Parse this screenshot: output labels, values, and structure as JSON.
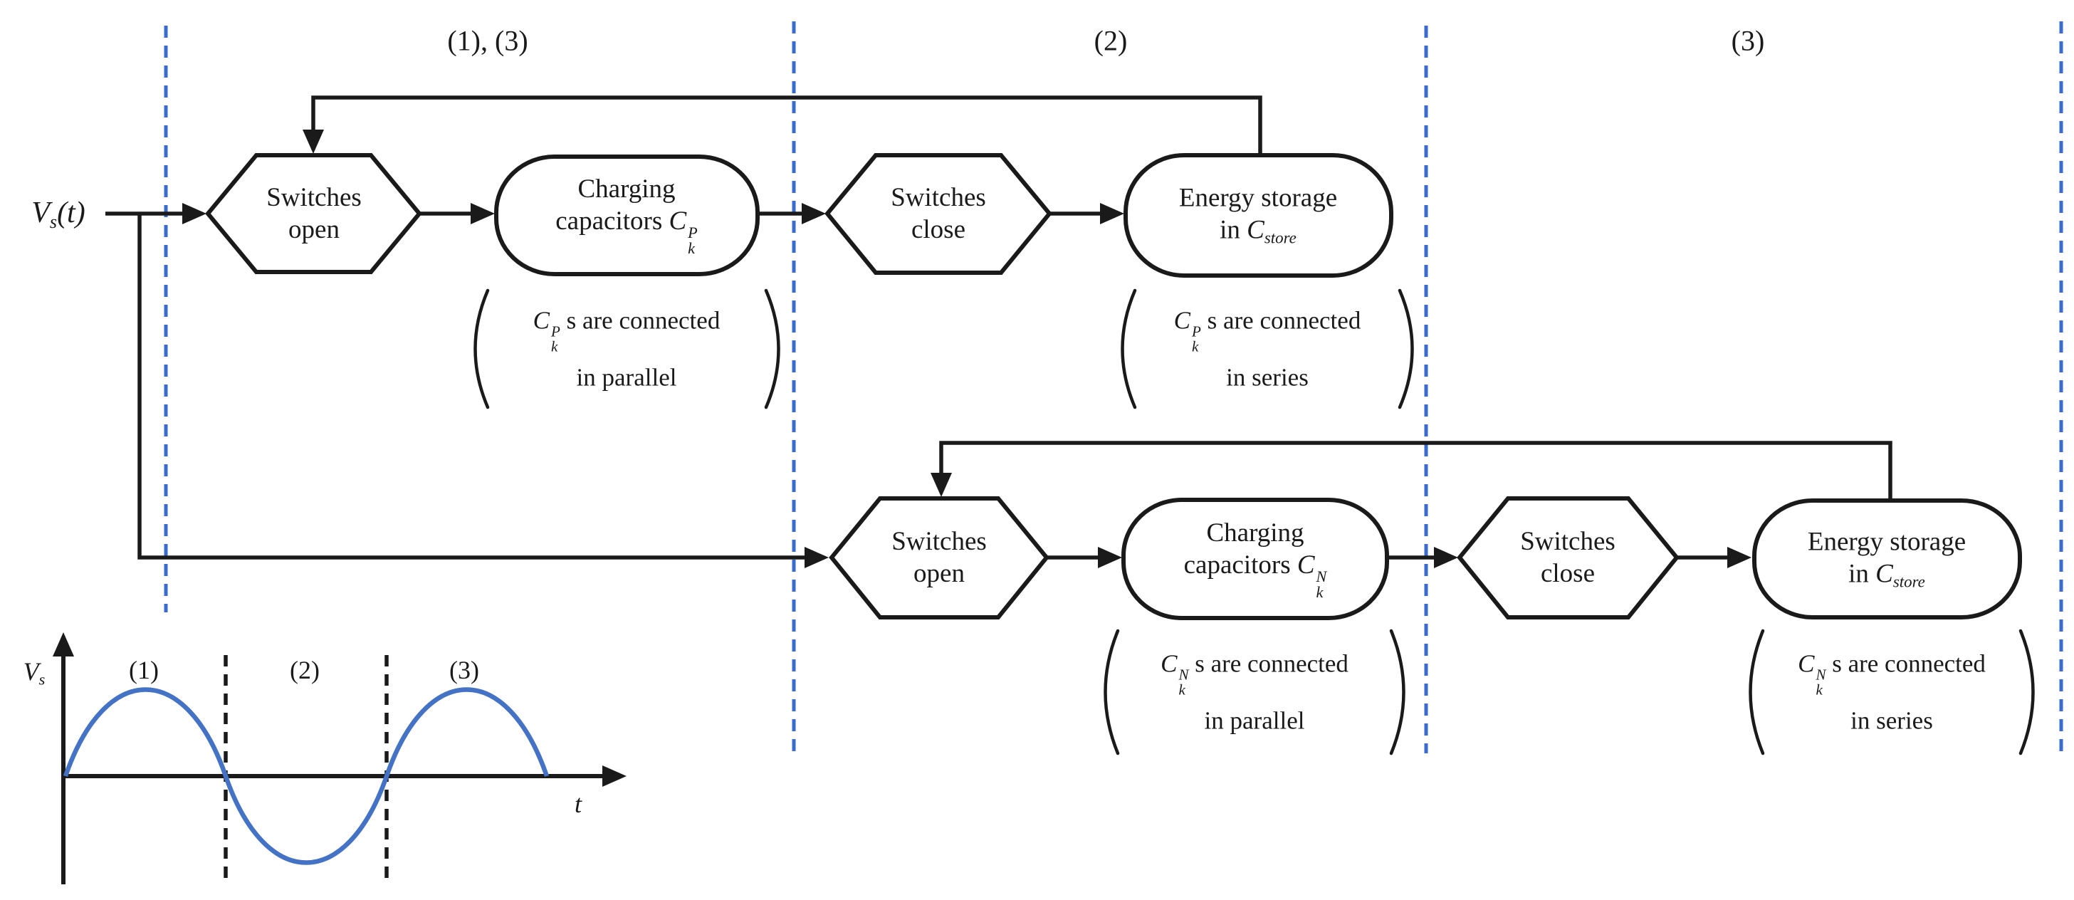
{
  "source": {
    "sym": "V",
    "sub": "s",
    "arg": "(t)"
  },
  "phase_labels": {
    "zone1": "(1), (3)",
    "zone2": "(2)",
    "zone3": "(3)"
  },
  "row_p": {
    "open_line1": "Switches",
    "open_line2": "open",
    "charge_line1": "Charging",
    "charge_line2": "capacitors",
    "cap_sym": "C",
    "cap_sup": "P",
    "cap_sub": "k",
    "close_line1": "Switches",
    "close_line2": "close",
    "store_line1": "Energy storage",
    "store_in": "in",
    "store_sym": "C",
    "store_sub": "store",
    "note_parallel_sym": "C",
    "note_parallel_sup": "P",
    "note_parallel_sub": "k",
    "note_parallel_text": "s are connected",
    "note_parallel_line2": "in parallel",
    "note_series_sym": "C",
    "note_series_sup": "P",
    "note_series_sub": "k",
    "note_series_text": "s are connected",
    "note_series_line2": "in series"
  },
  "row_n": {
    "open_line1": "Switches",
    "open_line2": "open",
    "charge_line1": "Charging",
    "charge_line2": "capacitors",
    "cap_sym": "C",
    "cap_sup": "N",
    "cap_sub": "k",
    "close_line1": "Switches",
    "close_line2": "close",
    "store_line1": "Energy storage",
    "store_in": "in",
    "store_sym": "C",
    "store_sub": "store",
    "note_parallel_sym": "C",
    "note_parallel_sup": "N",
    "note_parallel_sub": "k",
    "note_parallel_text": "s are connected",
    "note_parallel_line2": "in parallel",
    "note_series_sym": "C",
    "note_series_sup": "N",
    "note_series_sub": "k",
    "note_series_text": "s are connected",
    "note_series_line2": "in series"
  },
  "waveform": {
    "y_sym": "V",
    "y_sub": "s",
    "x_label": "t",
    "phase1": "(1)",
    "phase2": "(2)",
    "phase3": "(3)"
  },
  "colors": {
    "line_black": "#1a1a1a",
    "phase_divider_blue": "#3a6cd0",
    "wave_blue": "#4472c4"
  }
}
